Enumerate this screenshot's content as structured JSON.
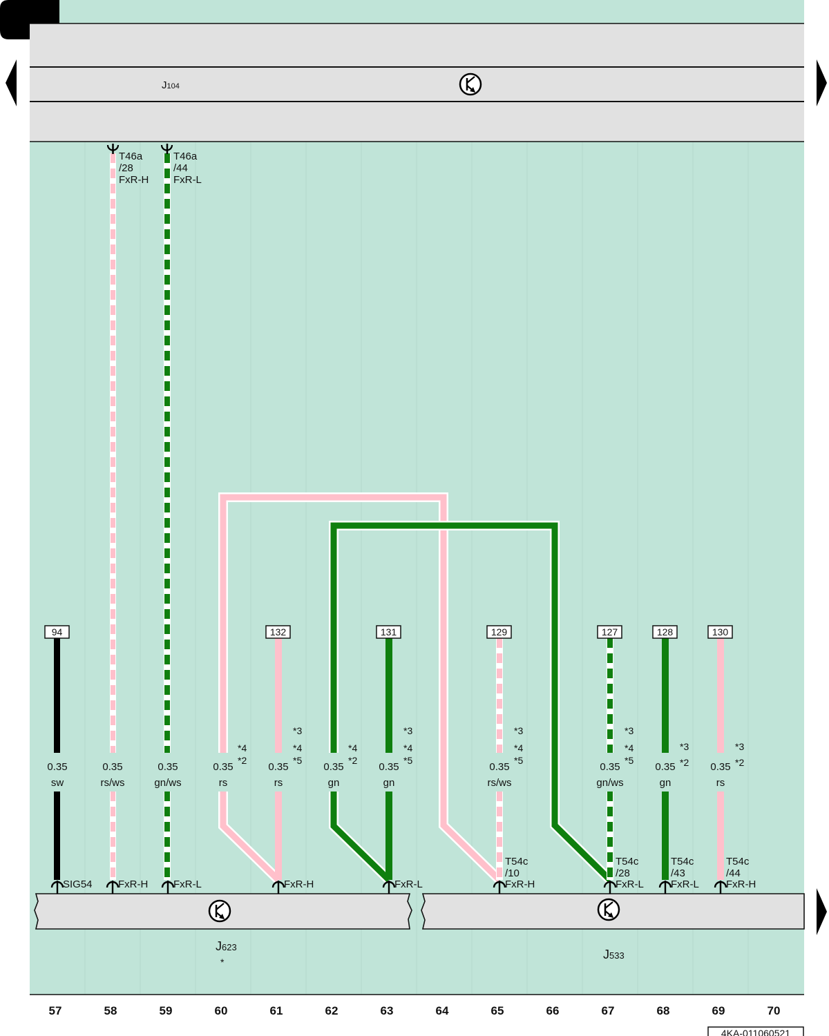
{
  "colors": {
    "background": "#c0e4d8",
    "component_fill": "#e1e1e1",
    "outline": "#111111",
    "pink": "#ffc0cb",
    "green": "#0f7f0f",
    "black": "#000000",
    "white": "#ffffff"
  },
  "top_component": {
    "designation": "J",
    "suffix": "104",
    "symbol": "transistor-circle-icon"
  },
  "bottom_components": [
    {
      "designation": "J",
      "suffix": "623",
      "note": "*",
      "symbol": "transistor-circle-icon"
    },
    {
      "designation": "J",
      "suffix": "533",
      "symbol": "transistor-circle-icon"
    }
  ],
  "navigation": {
    "prev": "left-arrow-icon",
    "next": "right-arrow-icon",
    "continue": "right-arrow-icon"
  },
  "top_connectors": [
    {
      "column": 58,
      "lines": [
        "T46a",
        "/28",
        "FxR-H"
      ]
    },
    {
      "column": 59,
      "lines": [
        "T46a",
        "/44",
        "FxR-L"
      ]
    }
  ],
  "wires": [
    {
      "column": 57,
      "gauge": "0.35",
      "color_code": "sw",
      "ref": "94",
      "bottom_pin": "SIG54",
      "marks": []
    },
    {
      "column": 58,
      "gauge": "0.35",
      "color_code": "rs/ws",
      "bottom_pin": "FxR-H",
      "marks": []
    },
    {
      "column": 59,
      "gauge": "0.35",
      "color_code": "gn/ws",
      "bottom_pin": "FxR-L",
      "marks": []
    },
    {
      "column": 60,
      "gauge": "0.35",
      "color_code": "rs",
      "marks": [
        "*4",
        "*2"
      ]
    },
    {
      "column": 61,
      "gauge": "0.35",
      "color_code": "rs",
      "ref": "132",
      "bottom_pin": "FxR-H",
      "marks": [
        "*3",
        "*4",
        "*5"
      ]
    },
    {
      "column": 62,
      "gauge": "0.35",
      "color_code": "gn",
      "marks": [
        "*4",
        "*2"
      ]
    },
    {
      "column": 63,
      "gauge": "0.35",
      "color_code": "gn",
      "ref": "131",
      "bottom_pin": "FxR-L",
      "marks": [
        "*3",
        "*4",
        "*5"
      ]
    },
    {
      "column": 65,
      "gauge": "0.35",
      "color_code": "rs/ws",
      "ref": "129",
      "bottom_pin": "FxR-H",
      "connector": [
        "T54c",
        "/10"
      ],
      "marks": [
        "*3",
        "*4",
        "*5"
      ]
    },
    {
      "column": 67,
      "gauge": "0.35",
      "color_code": "gn/ws",
      "ref": "127",
      "bottom_pin": "FxR-L",
      "connector": [
        "T54c",
        "/28"
      ],
      "marks": [
        "*3",
        "*4",
        "*5"
      ]
    },
    {
      "column": 68,
      "gauge": "0.35",
      "color_code": "gn",
      "ref": "128",
      "bottom_pin": "FxR-L",
      "connector": [
        "T54c",
        "/43"
      ],
      "marks": [
        "*3",
        "*2"
      ]
    },
    {
      "column": 69,
      "gauge": "0.35",
      "color_code": "rs",
      "ref": "130",
      "bottom_pin": "FxR-H",
      "connector": [
        "T54c",
        "/44"
      ],
      "marks": [
        "*3",
        "*2"
      ]
    }
  ],
  "columns": [
    "57",
    "58",
    "59",
    "60",
    "61",
    "62",
    "63",
    "64",
    "65",
    "66",
    "67",
    "68",
    "69",
    "70"
  ],
  "footer_code": "4KA-011060521"
}
